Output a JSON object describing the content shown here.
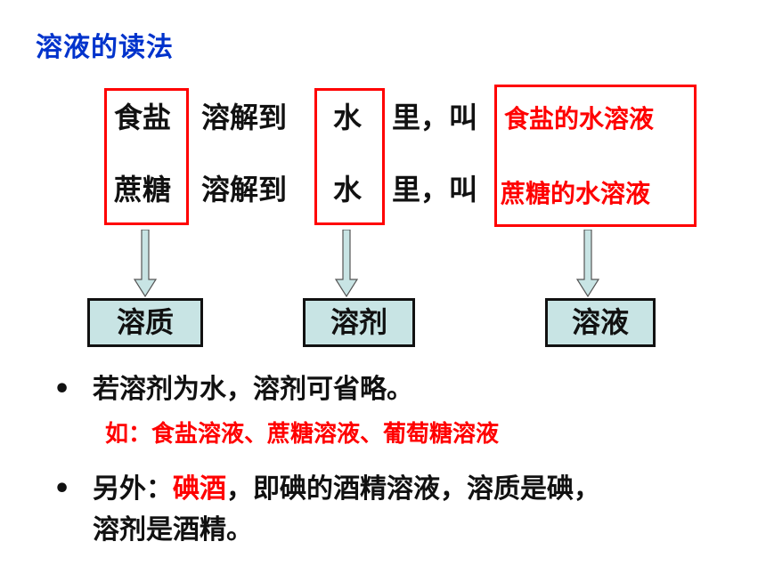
{
  "title": "溶液的读法",
  "rows": [
    {
      "solute": "食盐",
      "verb": "溶解到",
      "solvent": "水",
      "tail": "里，叫",
      "solution": "食盐的水溶液"
    },
    {
      "solute": "蔗糖",
      "verb": "溶解到",
      "solvent": "水",
      "tail": "里，叫",
      "solution": "蔗糖的水溶液"
    }
  ],
  "labels": {
    "solute": "溶质",
    "solvent": "溶剂",
    "solution": "溶液"
  },
  "bullets": {
    "first": "若溶剂为水，溶剂可省略。",
    "example": "如：食盐溶液、蔗糖溶液、葡萄糖溶液",
    "second_prefix": "另外：",
    "second_highlight": "碘酒",
    "second_rest": "，即碘的酒精溶液，溶质是碘，",
    "second_line2": "溶剂是酒精。",
    "marker": "•"
  },
  "colors": {
    "title": "#0033cc",
    "highlight": "#ff0000",
    "label_fill": "#c8e4e4"
  }
}
